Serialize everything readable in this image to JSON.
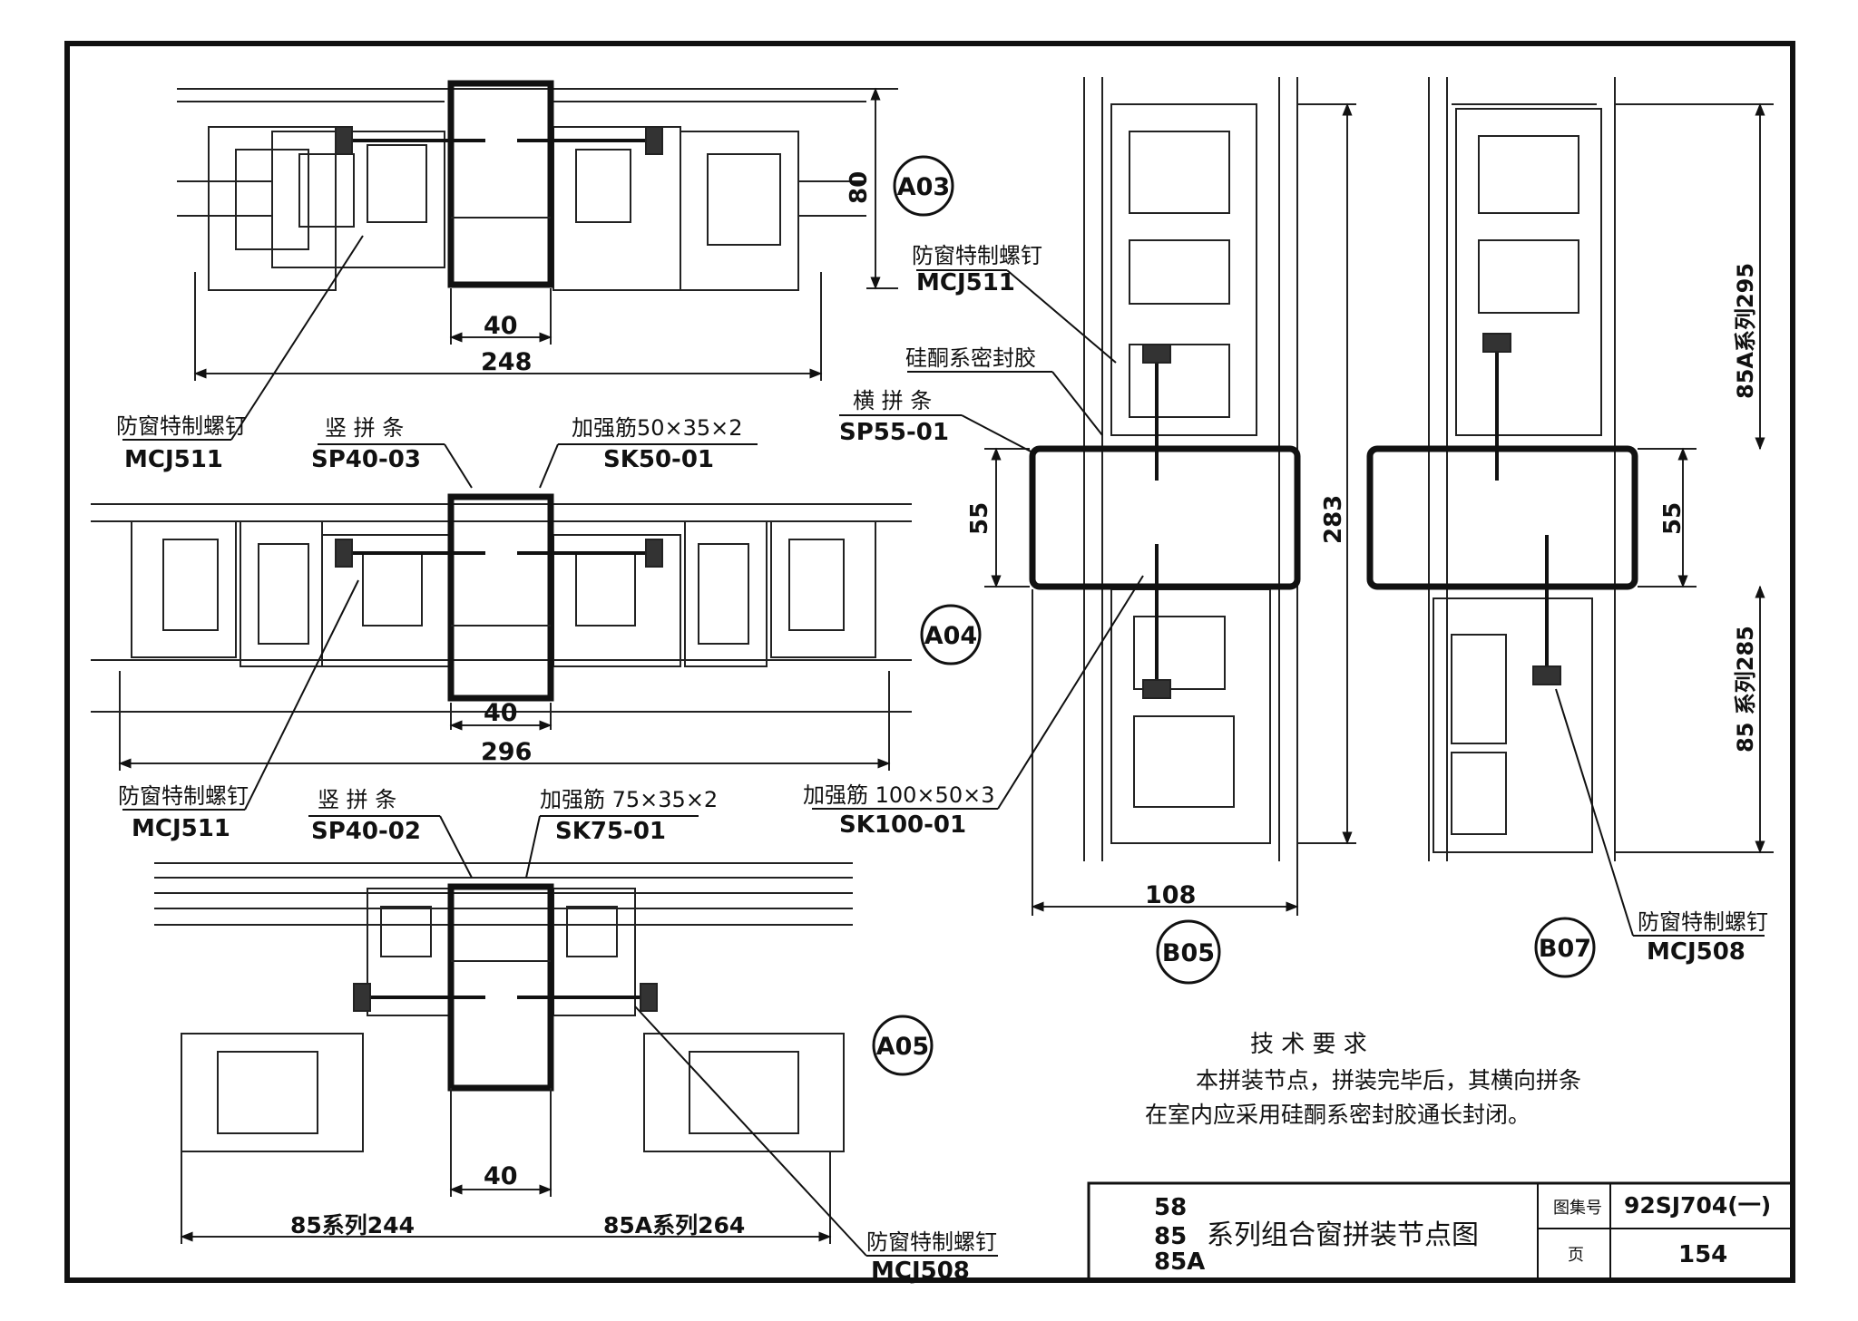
{
  "details": {
    "a03": {
      "tag": "A03",
      "dim_height": "80",
      "dim_width": "40",
      "dim_total": "248"
    },
    "a04": {
      "tag": "A04",
      "dim_height": "",
      "dim_width": "40",
      "dim_total": "296"
    },
    "a05": {
      "tag": "A05",
      "dim_width": "40",
      "dim_left": "85系列244",
      "dim_right": "85A系列264"
    },
    "b05": {
      "tag": "B05",
      "dim_55": "55",
      "dim_283": "283",
      "dim_108": "108"
    },
    "b07": {
      "tag": "B07",
      "dim_55": "55",
      "dim_295": "85A系列295",
      "dim_285": "85 系列285"
    }
  },
  "labels": {
    "screw_511_a": {
      "cn": "防窗特制螺钉",
      "code": "MCJ511"
    },
    "screw_511_b": {
      "cn": "防窗特制螺钉",
      "code": "MCJ511"
    },
    "screw_511_c": {
      "cn": "防窗特制螺钉",
      "code": "MCJ511"
    },
    "mullion_03": {
      "cn": "竖 拼 条",
      "code": "SP40-03"
    },
    "rib_50": {
      "cn": "加强筋50×35×2",
      "code": "SK50-01"
    },
    "mullion_02": {
      "cn": "竖 拼 条",
      "code": "SP40-02"
    },
    "rib_75": {
      "cn": "加强筋 75×35×2",
      "code": "SK75-01"
    },
    "screw_508_a": {
      "cn": "防窗特制螺钉",
      "code": "MCJ508"
    },
    "screw_508_b": {
      "cn": "防窗特制螺钉",
      "code": "MCJ508"
    },
    "sealant": {
      "cn": "硅酮系密封胶"
    },
    "transom": {
      "cn": "横 拼 条",
      "code": "SP55-01"
    },
    "rib_100": {
      "cn": "加强筋 100×50×3",
      "code": "SK100-01"
    }
  },
  "requirements": {
    "title": "技 术 要 求",
    "line1": "本拼装节点，拼装完毕后，其横向拼条",
    "line2": "在室内应采用硅酮系密封胶通长封闭。"
  },
  "title_block": {
    "series1": "58",
    "series2": "85",
    "series3": "85A",
    "title": "系列组合窗拼装节点图",
    "atlas_label": "图集号",
    "atlas_no": "92SJ704(一)",
    "page_label": "页",
    "page_no": "154"
  }
}
